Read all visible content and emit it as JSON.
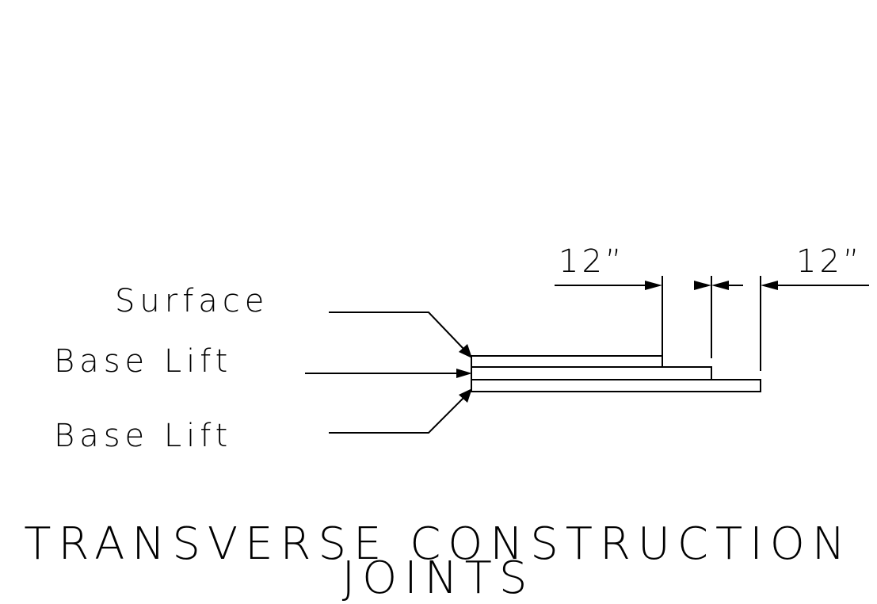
{
  "layers": [
    {
      "label": "Surface"
    },
    {
      "label": "Base Lift"
    },
    {
      "label": "Base Lift"
    }
  ],
  "dimensions": [
    {
      "value": "12”"
    },
    {
      "value": "12”"
    }
  ],
  "title": {
    "line1": "TRANSVERSE CONSTRUCTION",
    "line2": "JOINTS"
  },
  "colors": {
    "line": "#000000",
    "background": "#ffffff"
  }
}
